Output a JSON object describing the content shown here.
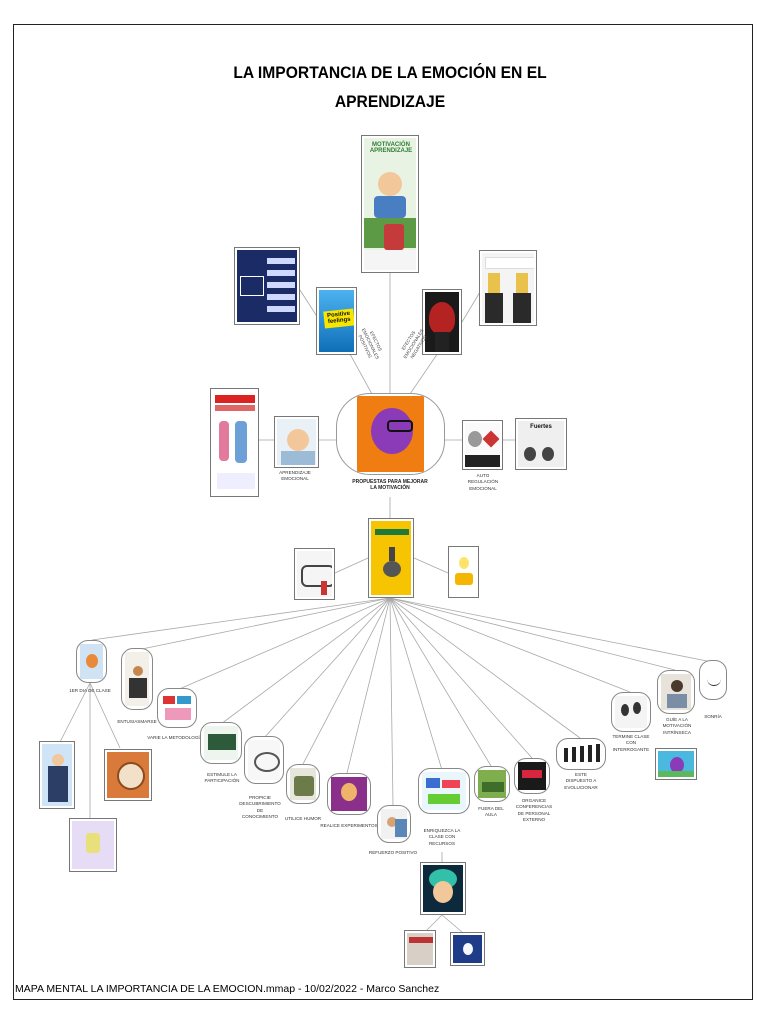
{
  "title_line1": "LA IMPORTANCIA DE LA EMOCIÓN EN EL",
  "title_line2": "APRENDIZAJE",
  "footer": "MAPA MENTAL LA IMPORTANCIA DE LA EMOCION.mmap - 10/02/2022 - Marco Sanchez",
  "images": {
    "motivacion_title": "MOTIVACIÓN\nAPRENDIZAJE",
    "positive_feelings": "Positive feelings",
    "fuertes": "Fuertes"
  },
  "labels": {
    "emociones_positivas": "EFECTOS\nEMOCIONALES\nPOSITIVOS",
    "emociones_negativas": "EFECTOS\nEMOCIONALES\nNEGATIVOS",
    "propuestas": "PROPUESTAS PARA MEJORAR\nLA MOTIVACIÓN",
    "aprendizaje_emocional": "APRENDIZAJE\nEMOCIONAL",
    "autorregulacion": "AUTO\nREGULACIÓN\nEMOCIONAL",
    "primer_dia": "1ER DIA DE CLASE",
    "entusiasmarse": "ENTUSIASMARSE",
    "variar_metodologia": "VARIE LA METODOLOGÍA",
    "estimule_participacion": "ESTIMULE LA\nPARTICIPACIÓN",
    "propicie_descubrimiento": "PROPICIE\nDESCUBRIMIENTO\nDE\nCONOCIMIENTO",
    "utilice_humor": "UTILICE HUMOR",
    "realice_experimentos": "REALICE EXPERIMENTOS",
    "refuerzo_positivo": "REFUERZO POSITIVO",
    "enriquezca_clase": "ENRIQUEZCA LA\nCLASE CON\nRECURSOS",
    "fuera_aula": "FUERA DEL\nAULA",
    "organice_conferencias": "ORGANICE\nCONFERENCIAS\nDE PERSONAL\nEXTERNO",
    "este_dispuesto": "ESTE\nDISPUESTO A\nEVOLUCIONAR",
    "termine_clase": "TERMINE CLASE\nCON\nINTERROGANTE",
    "guie_motivacion": "GUÍE A LA\nMOTIVACIÓN\nINTRÍNSECA",
    "sonria": "SONRÍA"
  },
  "colors": {
    "link": "#aaaaaa",
    "central_bg": "#f07d12",
    "brain": "#8b3bb8",
    "yellow": "#f6c400"
  }
}
